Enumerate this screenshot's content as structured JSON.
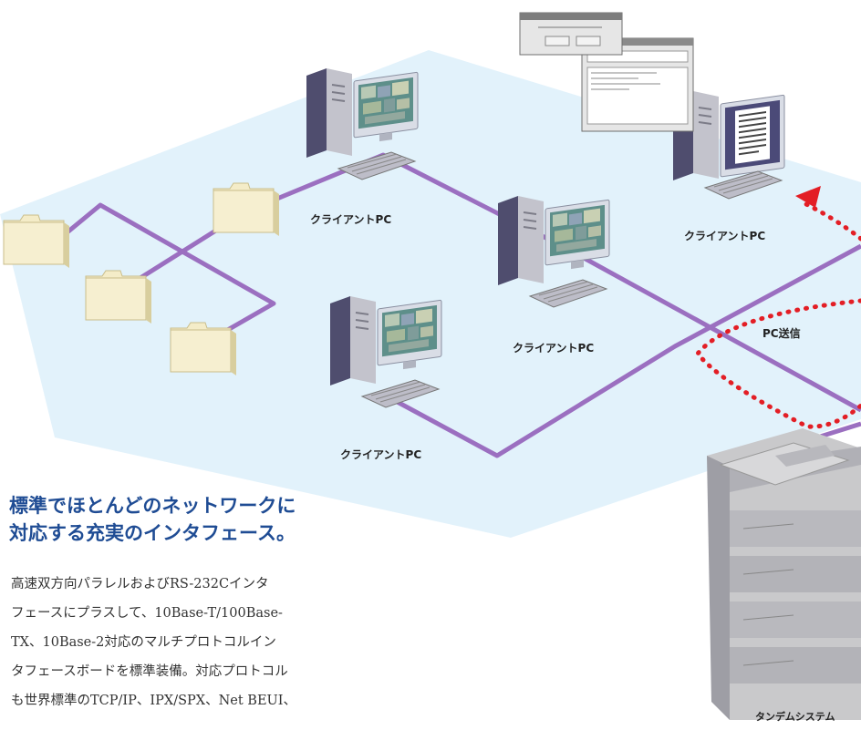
{
  "diagram": {
    "client_label": "クライアントPC",
    "pc_send_label": "PC送信",
    "tandem_label": "タンデムシステム",
    "colors": {
      "network_zone": "#e2f2fb",
      "cable": "#9b6fc0",
      "folder": "#f4ecc8",
      "send_path": "#e31e25"
    }
  },
  "headline": {
    "line1": "標準でほとんどのネットワークに",
    "line2": "対応する充実のインタフェース。"
  },
  "body": {
    "lines": [
      "高速双方向パラレルおよびRS-232Cインタ",
      "フェースにプラスして、10Base-T/100Base-",
      "TX、10Base-2対応のマルチプロトコルイン",
      "タフェースボードを標準装備。対応プロトコル",
      "も世界標準のTCP/IP、IPX/SPX、Net BEUI、"
    ]
  }
}
